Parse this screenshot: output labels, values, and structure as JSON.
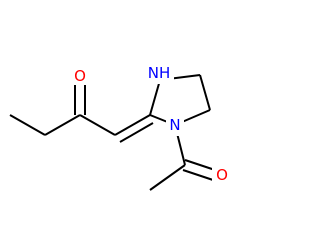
{
  "molecule": {
    "atoms": {
      "oxygen_ketone": "O",
      "nh": "NH",
      "n_ring": "N",
      "oxygen_acetyl": "O"
    },
    "colors": {
      "bond": "#000000",
      "oxygen": "#ff0000",
      "nitrogen": "#0000ff"
    }
  }
}
